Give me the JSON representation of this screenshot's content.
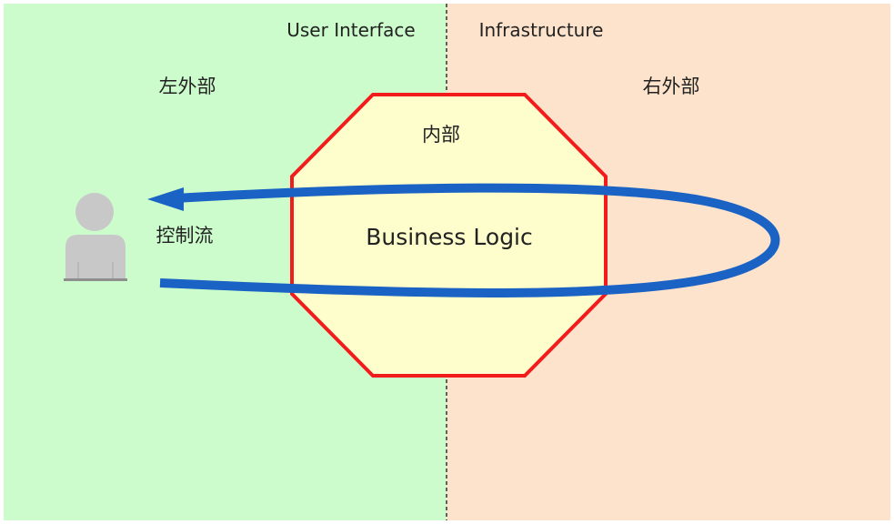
{
  "colors": {
    "left_region_fill": "#ccfccc",
    "right_region_fill": "#fde3cb",
    "core_fill": "#fefdcc",
    "core_stroke": "#f21c1c",
    "flow_arrow": "#1a62c4",
    "person_fill": "#c8c8c8",
    "text": "#222222"
  },
  "regions": {
    "left": {
      "header": "User Interface",
      "label": "左外部"
    },
    "right": {
      "header": "Infrastructure",
      "label": "右外部"
    }
  },
  "core": {
    "label": "内部",
    "title": "Business Logic"
  },
  "flow": {
    "label": "控制流"
  },
  "icons": {
    "actor": "person-icon",
    "flow": "arrow-icon"
  }
}
